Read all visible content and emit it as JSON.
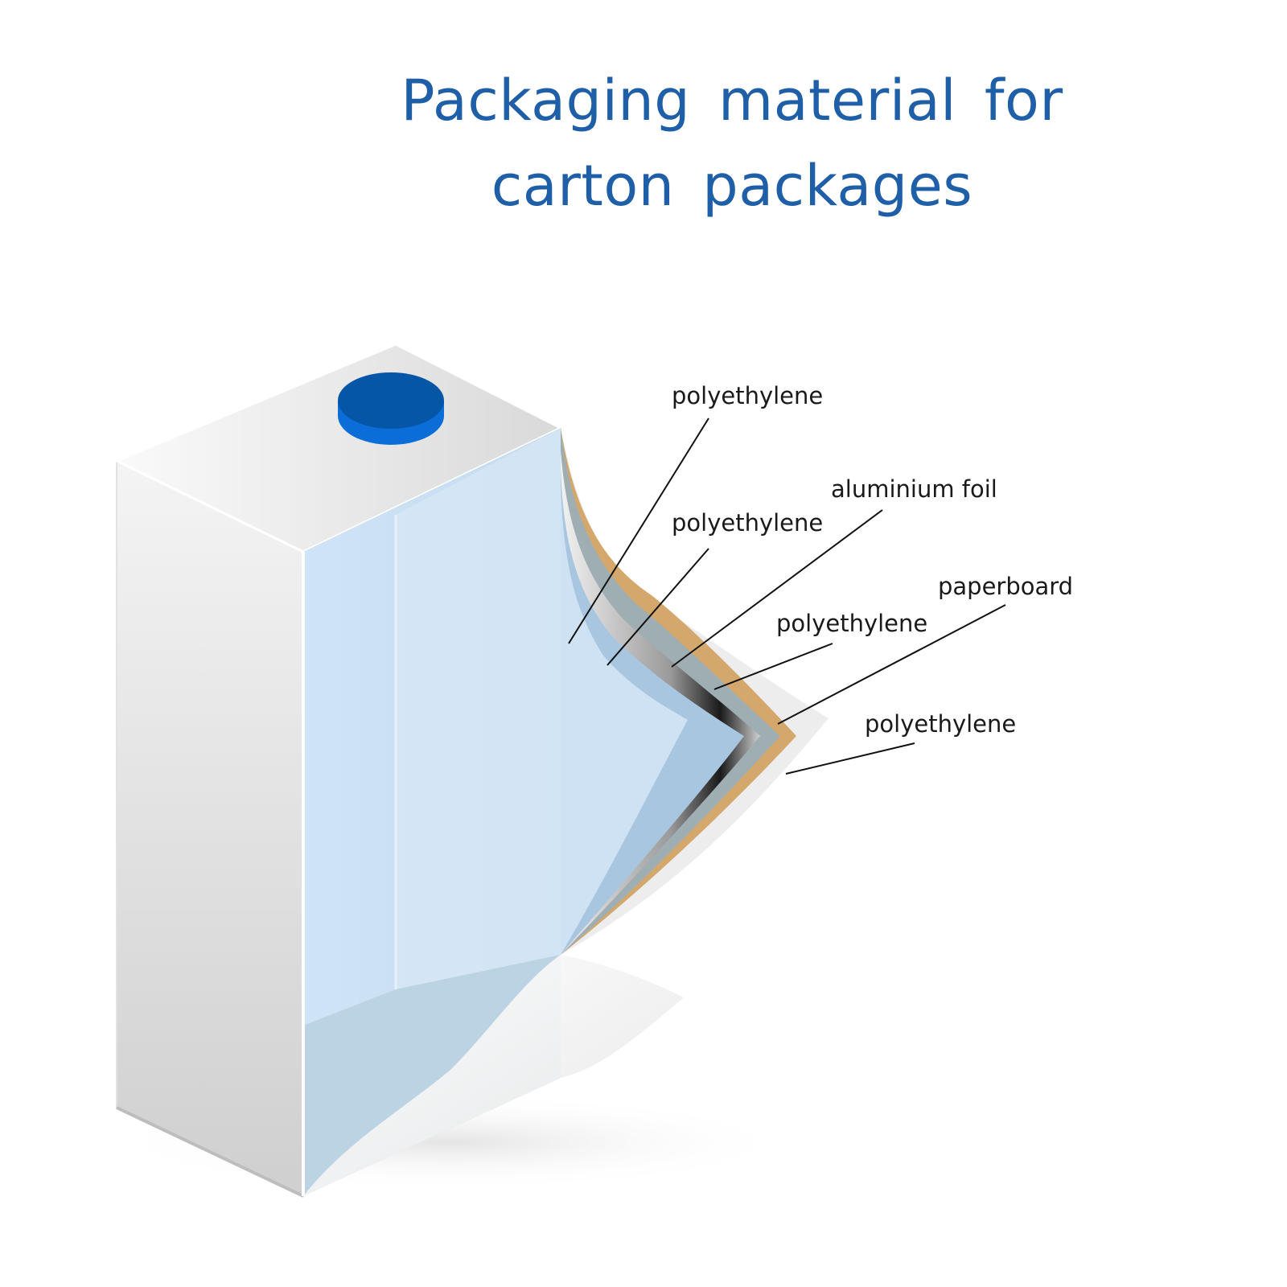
{
  "title": {
    "line1": "Packaging material for",
    "line2": "carton packages"
  },
  "layers": [
    {
      "id": "pe-1",
      "label": "polyethylene"
    },
    {
      "id": "pe-2",
      "label": "polyethylene"
    },
    {
      "id": "alu",
      "label": "aluminium foil"
    },
    {
      "id": "pe-3",
      "label": "polyethylene"
    },
    {
      "id": "paper",
      "label": "paperboard"
    },
    {
      "id": "pe-4",
      "label": "polyethylene"
    }
  ],
  "colors": {
    "title": "#1f5fa8",
    "cap": "#0a5db5",
    "paperboard": "#d4a86c",
    "foil": "#2a2a2a",
    "polyethylene": "#a8c6e0"
  }
}
